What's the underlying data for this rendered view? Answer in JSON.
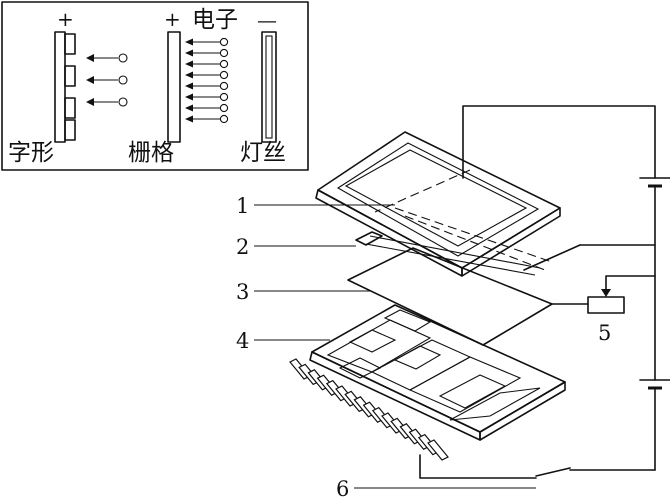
{
  "inset": {
    "plus_left": "+",
    "plus_grid": "+",
    "electron_label": "电子",
    "minus_label": "—",
    "caption_segment": "字形",
    "caption_grid": "栅格",
    "caption_filament": "灯丝"
  },
  "callouts": [
    "1",
    "2",
    "3",
    "4",
    "6"
  ],
  "resistor_label": "5"
}
